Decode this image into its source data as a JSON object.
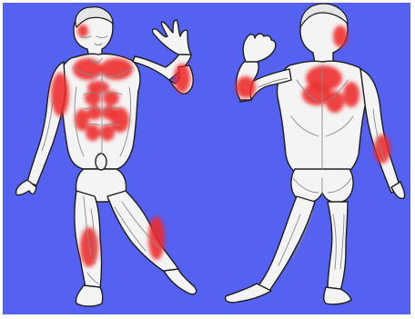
{
  "illustration": {
    "background_color": "#5561f0",
    "frame_color": "#ffffff",
    "skin_color": "#f4f4f4",
    "outline_color": "#1e1e1e",
    "shading_color": "#8a8a8a",
    "highlight_color": "#ee2a2a",
    "figures": [
      {
        "view": "front",
        "highlighted_regions": [
          "temple",
          "chest",
          "upper-abdomen",
          "abdomen",
          "right-upper-arm",
          "left-forearm",
          "left-shin"
        ]
      },
      {
        "view": "back",
        "highlighted_regions": [
          "back-of-head",
          "upper-back",
          "shoulder-blade",
          "left-upper-arm",
          "right-forearm"
        ]
      }
    ]
  }
}
